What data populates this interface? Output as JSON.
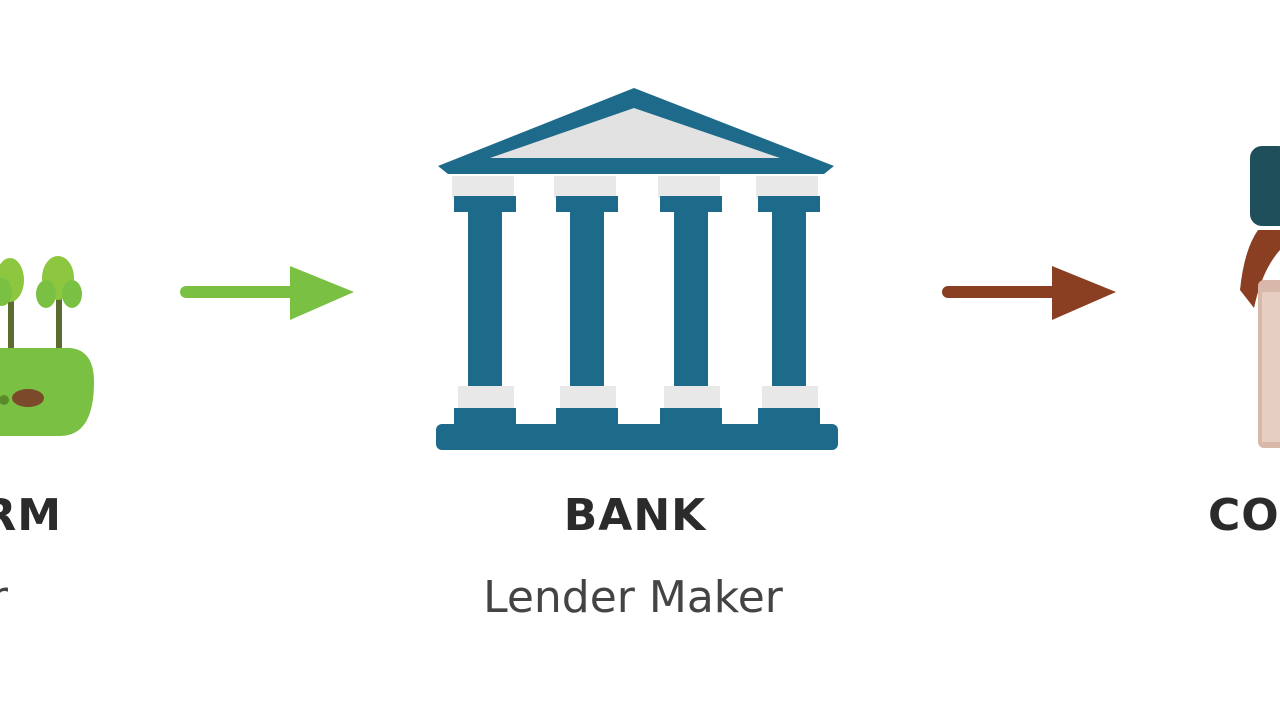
{
  "nodes": {
    "farm": {
      "title": "RM",
      "subtitle": "r"
    },
    "bank": {
      "title": "BANK",
      "subtitle": "Lender Maker"
    },
    "consumer": {
      "title": "CO",
      "subtitle": ""
    }
  },
  "colors": {
    "farm_green": "#7ac143",
    "bank_blue": "#1e6a8a",
    "arrow_green": "#7ac143",
    "arrow_brown": "#8b3f22",
    "text": "#2b2b2b"
  },
  "icons": [
    "farm-icon",
    "bank-icon",
    "person-icon"
  ]
}
